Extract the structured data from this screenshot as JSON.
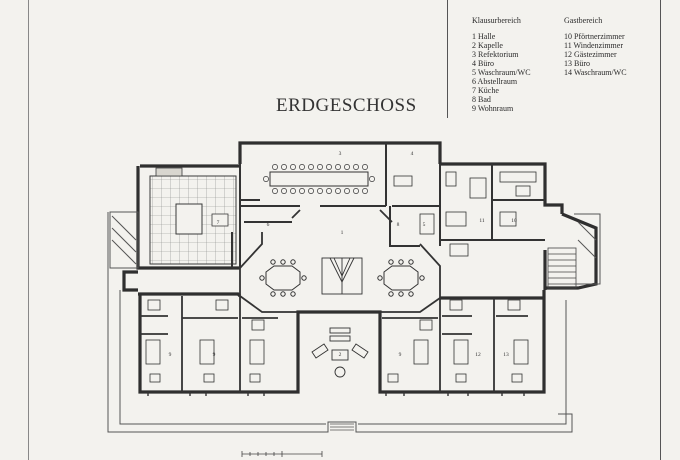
{
  "title": "ERDGESCHOSS",
  "legend": {
    "klausur": {
      "heading": "Klausurbereich",
      "items": [
        "1 Halle",
        "2 Kapelle",
        "3 Refektorium",
        "4 Büro",
        "5 Waschraum/WC",
        "6 Abstellraum",
        "7 Küche",
        "8 Bad",
        "9 Wohnraum"
      ]
    },
    "gast": {
      "heading": "Gastbereich",
      "items": [
        "10 Pförtnerzimmer",
        "11 Windenzimmer",
        "12 Gästezimmer",
        "13 Büro",
        "14 Waschraum/WC"
      ]
    }
  },
  "room_labels": {
    "kueche": "7",
    "abstell": "6",
    "refektorium": "3",
    "buero_nord": "4",
    "windenzimmer": "11",
    "pfoertner": "10",
    "halle": "1",
    "wc_a": "8",
    "wc_b": "5",
    "kapelle": "2",
    "wohn_1": "9",
    "wohn_2": "9",
    "wohn_3": "9",
    "gast_1": "12",
    "gast_2": "13"
  },
  "colors": {
    "paper": "#f3f2ee",
    "ink": "#2a2a2a",
    "wall": "#3a3a3a"
  }
}
